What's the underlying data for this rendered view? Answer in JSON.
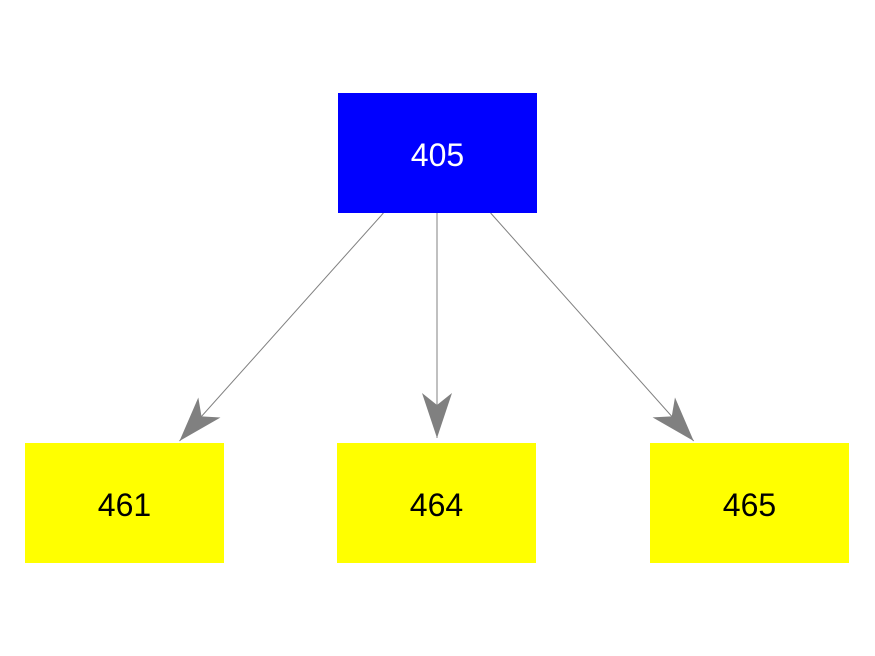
{
  "diagram": {
    "background": "#ffffff",
    "edge_color": "#808080",
    "nodes": [
      {
        "id": "405",
        "label": "405",
        "fill": "#0000ff",
        "text_color": "#ffffff"
      },
      {
        "id": "461",
        "label": "461",
        "fill": "#ffff00",
        "text_color": "#000000"
      },
      {
        "id": "464",
        "label": "464",
        "fill": "#ffff00",
        "text_color": "#000000"
      },
      {
        "id": "465",
        "label": "465",
        "fill": "#ffff00",
        "text_color": "#000000"
      }
    ],
    "edges": [
      {
        "from": "405",
        "to": "461"
      },
      {
        "from": "405",
        "to": "464"
      },
      {
        "from": "405",
        "to": "465"
      }
    ]
  }
}
